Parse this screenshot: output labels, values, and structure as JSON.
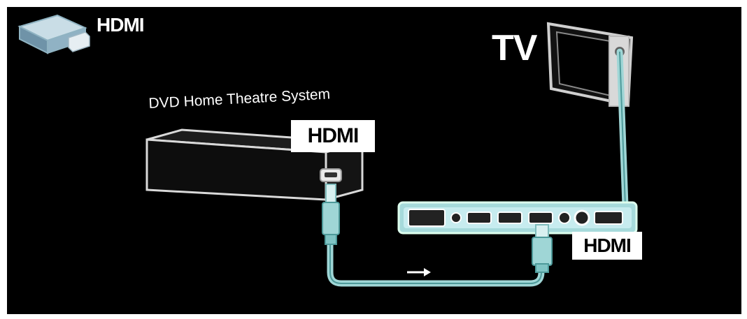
{
  "diagram": {
    "legend_label": "HDMI",
    "tv_label": "TV",
    "device_label": "DVD Home Theatre System",
    "device_connector_label": "HDMI",
    "tv_connector_label": "HDMI"
  },
  "colors": {
    "background": "#000000",
    "cable": "#9fd6d6",
    "cable_dark": "#4e9a9a",
    "device_fill": "#1a1a1a",
    "outline": "#d8d8d8",
    "panel": "#c7ecef"
  },
  "icons": [
    "hdmi-plug-icon",
    "arrow-right-icon"
  ]
}
